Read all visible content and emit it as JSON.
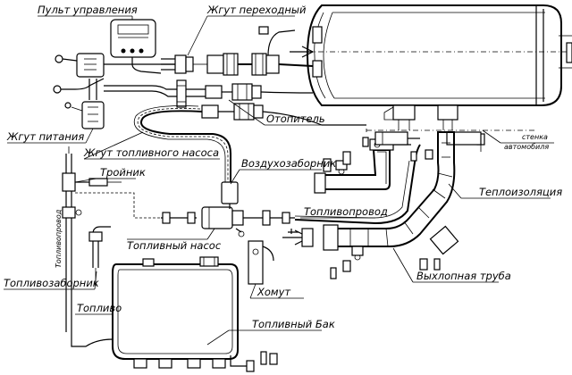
{
  "labels": {
    "control_panel": "Пульт управления",
    "adapter_harness": "Жгут переходный",
    "heater": "Отопитель",
    "power_harness": "Жгут питания",
    "pump_harness": "Жгут топливного насоса",
    "vehicle_wall_line1": "стенка",
    "vehicle_wall_line2": "автомобиля",
    "tee": "Тройник",
    "air_intake": "Воздухозаборник",
    "insulation": "Теплоизоляция",
    "fuel_line": "Топливопровод",
    "fuel_line_vertical": "Топливопровод",
    "fuel_pump": "Топливный насос",
    "fuel_intake": "Топливозаборник",
    "clamp": "Хомут",
    "exhaust_pipe": "Выхлопная труба",
    "fuel": "Топливо",
    "fuel_tank": "Топливный Бак"
  },
  "colors": {
    "line": "#000000",
    "background": "#ffffff"
  }
}
